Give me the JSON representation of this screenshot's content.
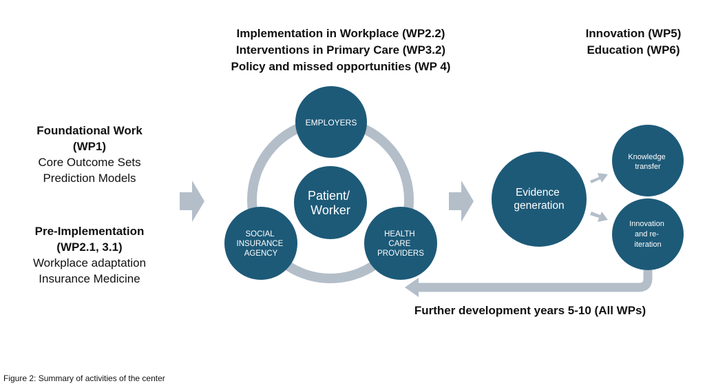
{
  "top_center": {
    "lines": [
      "Implementation in Workplace (WP2.2)",
      "Interventions in Primary Care (WP3.2)",
      "Policy and missed opportunities (WP 4)"
    ]
  },
  "top_right": {
    "lines": [
      "Innovation (WP5)",
      "Education (WP6)"
    ]
  },
  "foundational": {
    "title_1": "Foundational Work",
    "title_2": "(WP1)",
    "items": [
      "Core Outcome Sets",
      "Prediction Models"
    ]
  },
  "pre_implementation": {
    "title_1": "Pre-Implementation",
    "title_2": "(WP2.1, 3.1)",
    "items": [
      "Workplace adaptation",
      "Insurance Medicine"
    ]
  },
  "cycle": {
    "center": [
      "Patient/",
      "Worker"
    ],
    "employers": [
      "EMPLOYERS"
    ],
    "social_insurance": [
      "SOCIAL",
      "INSURANCE",
      "AGENCY"
    ],
    "health_care": [
      "HEALTH",
      "CARE",
      "PROVIDERS"
    ]
  },
  "evidence": [
    "Evidence",
    "generation"
  ],
  "knowledge": [
    "Knowledge",
    "transfer"
  ],
  "innovation": [
    "Innovation",
    "and re-",
    "iteration"
  ],
  "further_development": "Further development years 5-10 (All WPs)",
  "caption": "Figure 2: Summary of activities of the center",
  "colors": {
    "circle": "#1d5a78",
    "ring": "#b3bec9",
    "arrow": "#b3bec9",
    "circle_text": "#ffffff"
  }
}
